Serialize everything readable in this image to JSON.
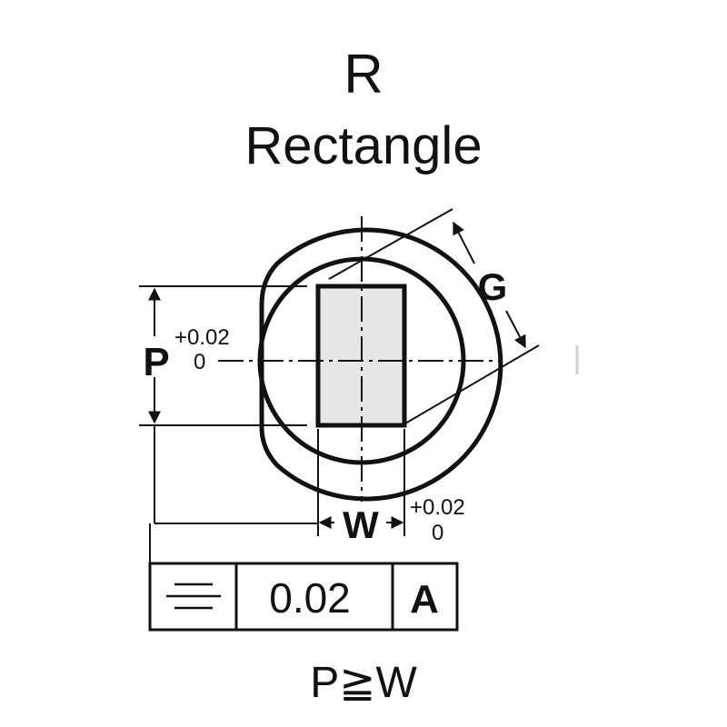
{
  "title": {
    "letter": "R",
    "word": "Rectangle"
  },
  "dimensions": {
    "p_label": "P",
    "p_tol_upper": "+0.02",
    "p_tol_lower": "0",
    "g_label": "G",
    "w_label": "W",
    "w_tol_upper": "+0.02",
    "w_tol_lower": "0"
  },
  "tolerance_frame": {
    "symbol_icon": "symmetry-icon",
    "value": "0.02",
    "datum": "A"
  },
  "condition": "P≧W",
  "colors": {
    "line": "#111111",
    "rect_fill": "#e6e6e6"
  }
}
